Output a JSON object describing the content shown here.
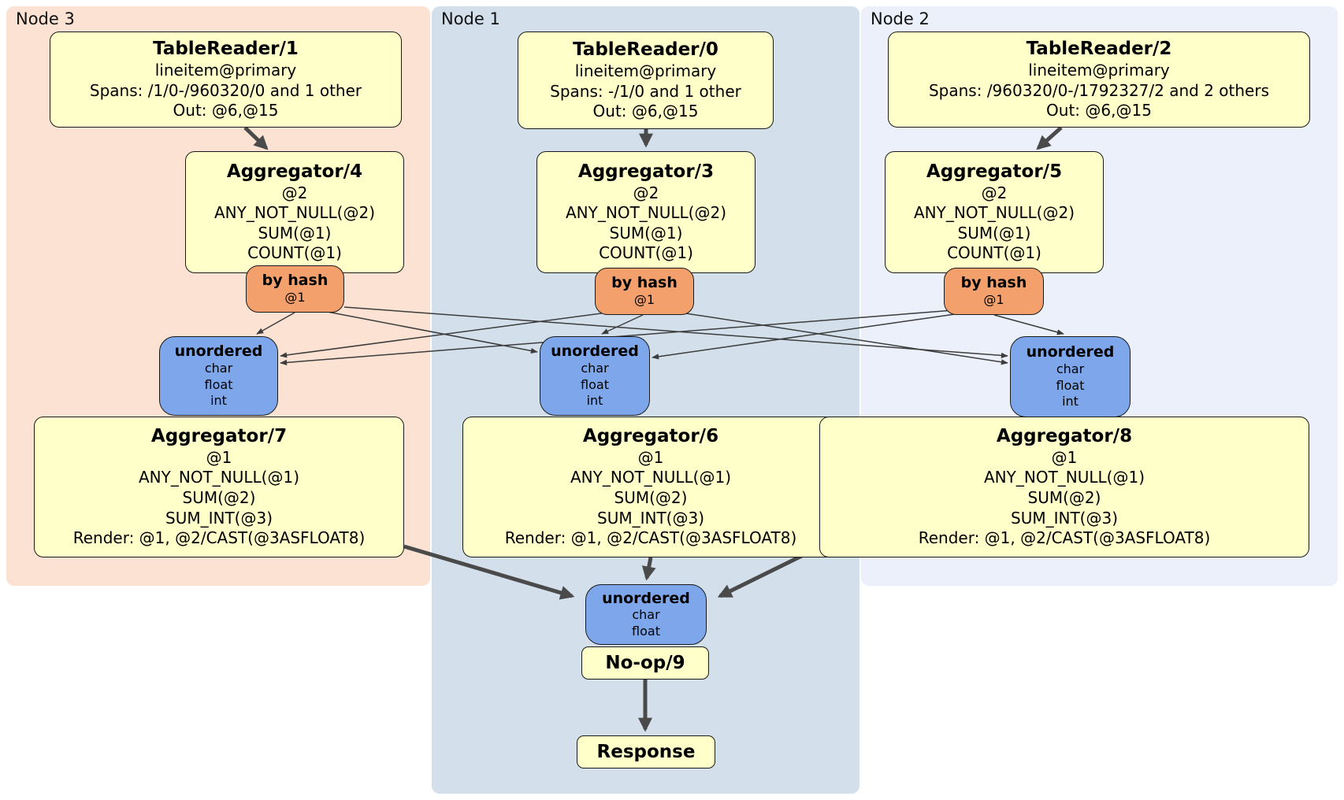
{
  "nodes": {
    "node3": {
      "label": "Node 3",
      "table_reader": {
        "title": "TableReader/1",
        "lines": [
          "lineitem@primary",
          "Spans: /1/0-/960320/0 and 1 other",
          "Out: @6,@15"
        ]
      },
      "aggregator_top": {
        "title": "Aggregator/4",
        "lines": [
          "@2",
          "ANY_NOT_NULL(@2)",
          "SUM(@1)",
          "COUNT(@1)"
        ]
      },
      "router": {
        "title": "by hash",
        "detail": "@1"
      },
      "sync": {
        "title": "unordered",
        "lines": [
          "char",
          "float",
          "int"
        ]
      },
      "aggregator_bottom": {
        "title": "Aggregator/7",
        "lines": [
          "@1",
          "ANY_NOT_NULL(@1)",
          "SUM(@2)",
          "SUM_INT(@3)",
          "Render: @1, @2/CAST(@3ASFLOAT8)"
        ]
      }
    },
    "node1": {
      "label": "Node 1",
      "table_reader": {
        "title": "TableReader/0",
        "lines": [
          "lineitem@primary",
          "Spans: -/1/0 and 1 other",
          "Out: @6,@15"
        ]
      },
      "aggregator_top": {
        "title": "Aggregator/3",
        "lines": [
          "@2",
          "ANY_NOT_NULL(@2)",
          "SUM(@1)",
          "COUNT(@1)"
        ]
      },
      "router": {
        "title": "by hash",
        "detail": "@1"
      },
      "sync": {
        "title": "unordered",
        "lines": [
          "char",
          "float",
          "int"
        ]
      },
      "aggregator_bottom": {
        "title": "Aggregator/6",
        "lines": [
          "@1",
          "ANY_NOT_NULL(@1)",
          "SUM(@2)",
          "SUM_INT(@3)",
          "Render: @1, @2/CAST(@3ASFLOAT8)"
        ]
      },
      "final_sync": {
        "title": "unordered",
        "lines": [
          "char",
          "float"
        ]
      },
      "noop": {
        "title": "No-op/9"
      },
      "response": {
        "title": "Response"
      }
    },
    "node2": {
      "label": "Node 2",
      "table_reader": {
        "title": "TableReader/2",
        "lines": [
          "lineitem@primary",
          "Spans: /960320/0-/1792327/2 and 2 others",
          "Out: @6,@15"
        ]
      },
      "aggregator_top": {
        "title": "Aggregator/5",
        "lines": [
          "@2",
          "ANY_NOT_NULL(@2)",
          "SUM(@1)",
          "COUNT(@1)"
        ]
      },
      "router": {
        "title": "by hash",
        "detail": "@1"
      },
      "sync": {
        "title": "unordered",
        "lines": [
          "char",
          "float",
          "int"
        ]
      },
      "aggregator_bottom": {
        "title": "Aggregator/8",
        "lines": [
          "@1",
          "ANY_NOT_NULL(@1)",
          "SUM(@2)",
          "SUM_INT(@3)",
          "Render: @1, @2/CAST(@3ASFLOAT8)"
        ]
      }
    }
  },
  "colors": {
    "node3_background": "#fce2d2",
    "node1_background": "#d3e0eb",
    "node2_background": "#ebf0fa",
    "processor_fill": "#ffffc9",
    "router_fill": "#f4a06c",
    "sync_fill": "#7da7ea",
    "edge_color": "#4a4a4a",
    "border_color": "#1a1a1a"
  }
}
